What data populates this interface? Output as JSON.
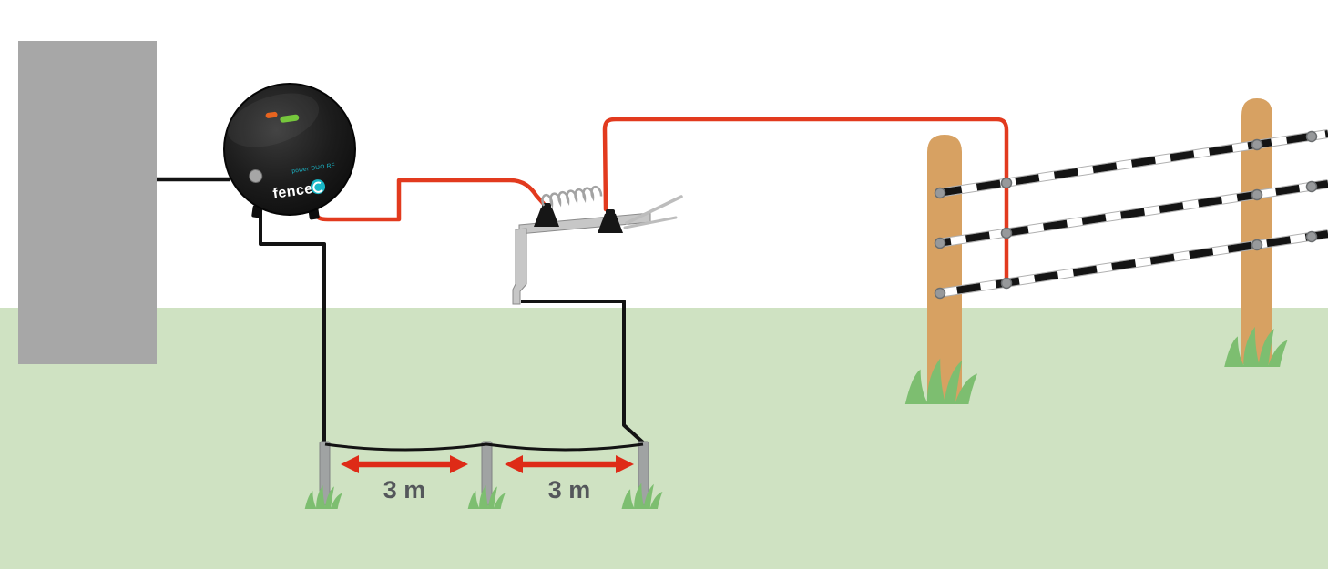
{
  "diagram": {
    "name": "electric-fence-energizer-grounding-installation",
    "energizer": {
      "brand": "fence",
      "model_text": "power DUO RF",
      "body_color": "#1a1a1a",
      "logo_color": "#19b8c8",
      "led_orange": "#e8641f",
      "led_green": "#76c73c"
    },
    "labels": {
      "distance1": "3 m",
      "distance2": "3 m"
    },
    "colors": {
      "grass": "#cfe2c2",
      "wall": "#a7a7a7",
      "live_wire": "#e23a1e",
      "ground_wire": "#131313",
      "wood_post": "#d7a162",
      "ground_rod": "#a0a3a3",
      "arrow": "#de2b17",
      "distance_label": "#54575b",
      "grass_tuft": "#7dbe70",
      "tape_white": "#ffffff",
      "tape_black": "#141414",
      "connector_dot": "#97999b",
      "metal_bracket": "#c7c7c7",
      "spring": "#a3a3a3"
    }
  }
}
